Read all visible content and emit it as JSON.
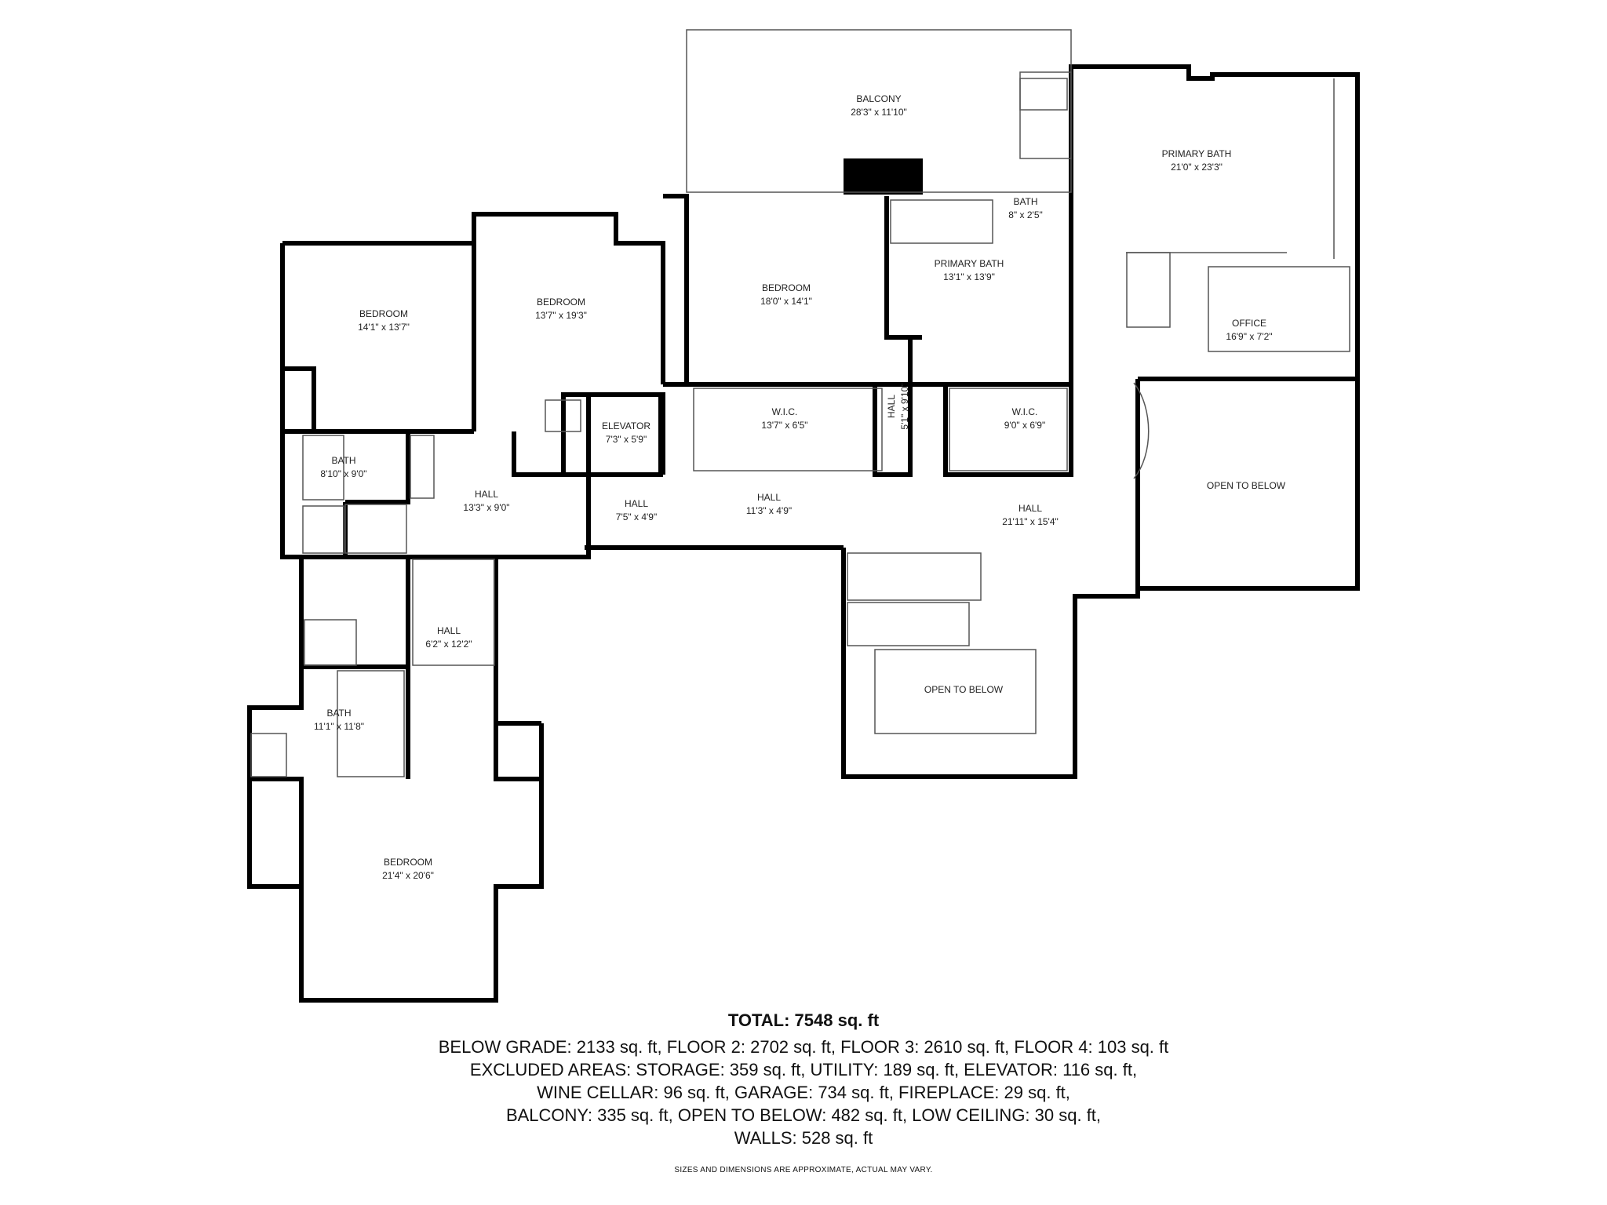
{
  "rooms": [
    {
      "id": "balcony",
      "name": "BALCONY",
      "dims": "28'3\" x 11'10\""
    },
    {
      "id": "primary-bath-large",
      "name": "PRIMARY BATH",
      "dims": "21'0\" x 23'3\""
    },
    {
      "id": "bath-small",
      "name": "BATH",
      "dims": "8\" x 2'5\""
    },
    {
      "id": "bedroom-1",
      "name": "BEDROOM",
      "dims": "14'1\" x 13'7\""
    },
    {
      "id": "bedroom-2",
      "name": "BEDROOM",
      "dims": "13'7\" x 19'3\""
    },
    {
      "id": "bedroom-3",
      "name": "BEDROOM",
      "dims": "18'0\" x 14'1\""
    },
    {
      "id": "primary-bath",
      "name": "PRIMARY BATH",
      "dims": "13'1\" x 13'9\""
    },
    {
      "id": "office",
      "name": "OFFICE",
      "dims": "16'9\" x 7'2\""
    },
    {
      "id": "elevator",
      "name": "ELEVATOR",
      "dims": "7'3\" x 5'9\""
    },
    {
      "id": "wic-1",
      "name": "W.I.C.",
      "dims": "13'7\" x 6'5\""
    },
    {
      "id": "hall-vertical",
      "name": "HALL",
      "dims": "5'1\" x 9'10\""
    },
    {
      "id": "wic-2",
      "name": "W.I.C.",
      "dims": "9'0\" x 6'9\""
    },
    {
      "id": "bath-1",
      "name": "BATH",
      "dims": "8'10\" x 9'0\""
    },
    {
      "id": "hall-1",
      "name": "HALL",
      "dims": "13'3\" x 9'0\""
    },
    {
      "id": "hall-2",
      "name": "HALL",
      "dims": "7'5\" x 4'9\""
    },
    {
      "id": "hall-3",
      "name": "HALL",
      "dims": "11'3\" x 4'9\""
    },
    {
      "id": "hall-4",
      "name": "HALL",
      "dims": "21'11\" x 15'4\""
    },
    {
      "id": "open-below-1",
      "name": "OPEN TO BELOW",
      "dims": ""
    },
    {
      "id": "hall-5",
      "name": "HALL",
      "dims": "6'2\" x 12'2\""
    },
    {
      "id": "open-below-2",
      "name": "OPEN TO BELOW",
      "dims": ""
    },
    {
      "id": "bath-2",
      "name": "BATH",
      "dims": "11'1\" x 11'8\""
    },
    {
      "id": "bedroom-4",
      "name": "BEDROOM",
      "dims": "21'4\" x 20'6\""
    }
  ],
  "summary": {
    "total": "TOTAL: 7548 sq. ft",
    "lines": [
      "BELOW GRADE: 2133 sq. ft, FLOOR 2: 2702 sq. ft, FLOOR 3: 2610 sq. ft, FLOOR 4: 103 sq. ft",
      "EXCLUDED AREAS: STORAGE: 359 sq. ft, UTILITY: 189 sq. ft, ELEVATOR: 116 sq. ft,",
      "WINE CELLAR: 96 sq. ft, GARAGE: 734 sq. ft, FIREPLACE: 29 sq. ft,",
      "BALCONY: 335 sq. ft, OPEN TO BELOW: 482 sq. ft, LOW CEILING: 30 sq. ft,",
      "WALLS: 528 sq. ft"
    ],
    "disclaimer": "SIZES AND DIMENSIONS ARE APPROXIMATE, ACTUAL MAY VARY."
  },
  "colors": {
    "wall": "#000000",
    "thin": "#555555",
    "background": "#ffffff"
  }
}
